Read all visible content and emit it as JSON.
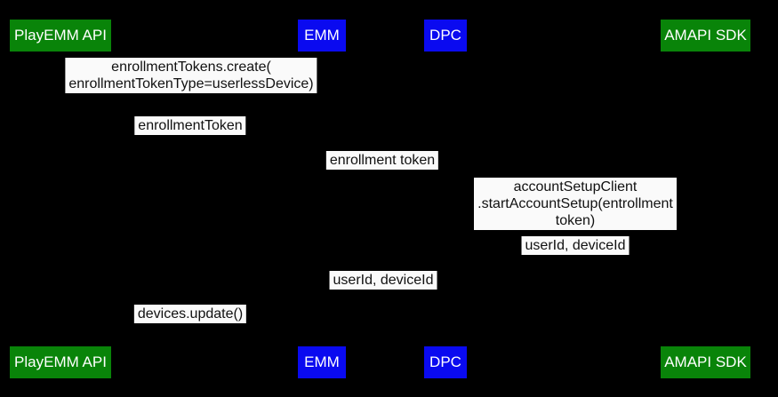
{
  "diagram": {
    "type": "sequence-diagram",
    "colors": {
      "background": "#000000",
      "actor_green": "#098409",
      "actor_blue": "#0a0af0",
      "actor_text": "#ffffff",
      "label_bg": "#fafafa",
      "label_text": "#111111"
    },
    "actors": [
      {
        "id": "playemm-api",
        "label": "PlayEMM API",
        "color": "green"
      },
      {
        "id": "emm",
        "label": "EMM",
        "color": "blue"
      },
      {
        "id": "dpc",
        "label": "DPC",
        "color": "blue"
      },
      {
        "id": "amapi-sdk",
        "label": "AMAPI SDK",
        "color": "green"
      }
    ],
    "messages": [
      {
        "text": "enrollmentTokens.create(\nenrollmentTokenType=userlessDevice)"
      },
      {
        "text": "enrollmentToken"
      },
      {
        "text": "enrollment token"
      },
      {
        "text": "accountSetupClient\n.startAccountSetup(entrollment token)"
      },
      {
        "text": "userId, deviceId"
      },
      {
        "text": "userId, deviceId"
      },
      {
        "text": "devices.update()"
      }
    ]
  }
}
